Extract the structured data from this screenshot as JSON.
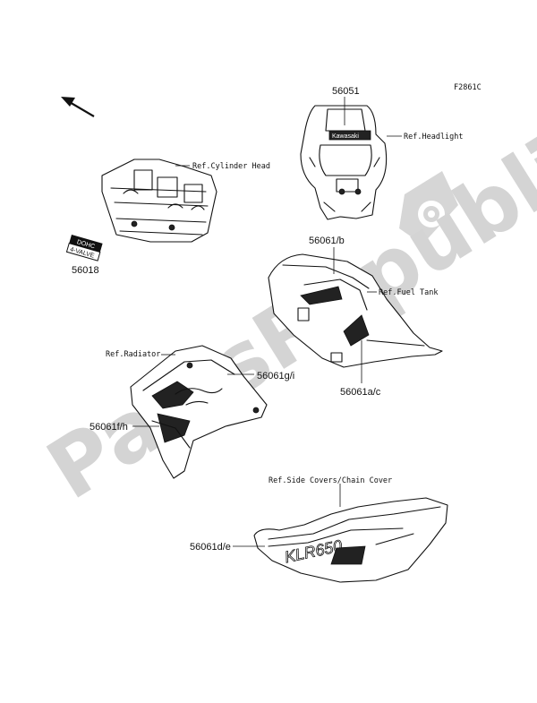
{
  "watermark": {
    "text": "PartsRepublik"
  },
  "figure_code": "F2861C",
  "parts": [
    {
      "id": "headlight",
      "number": "56051",
      "ref": "Ref.Headlight"
    },
    {
      "id": "cylinder-head",
      "ref": "Ref.Cylinder Head"
    },
    {
      "id": "valve-decal",
      "number": "56018",
      "decal_text": [
        "DOHC",
        "4-VALVE"
      ]
    },
    {
      "id": "fuel-tank",
      "number_top": "56061/b",
      "number_bottom": "56061a/c",
      "ref": "Ref.Fuel Tank"
    },
    {
      "id": "radiator",
      "number_a": "56061g/i",
      "number_b": "56061f/h",
      "ref": "Ref.Radiator"
    },
    {
      "id": "side-cover",
      "number": "56061d/e",
      "ref": "Ref.Side Covers/Chain Cover"
    }
  ],
  "headlight_badge": "Kawasaki",
  "side_cover_text": "KLR650"
}
